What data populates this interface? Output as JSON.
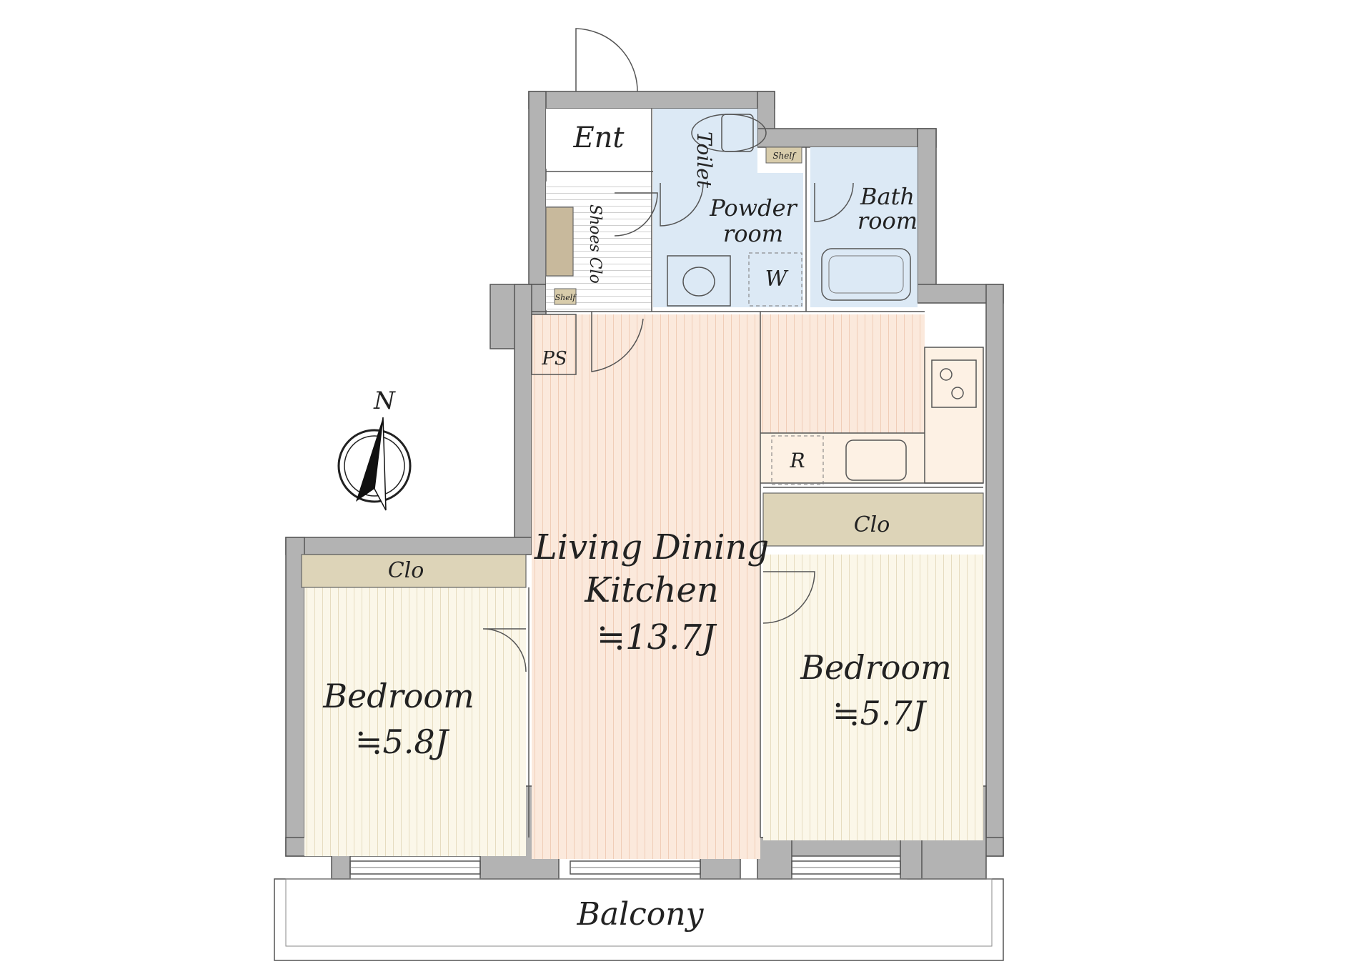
{
  "rooms": {
    "entrance": "Ent",
    "toilet": "Toilet",
    "shelf_top": "Shelf",
    "shelf_bottom": "Shelf",
    "powder_line1": "Powder",
    "powder_line2": "room",
    "washer": "W",
    "bath_line1": "Bath",
    "bath_line2": "room",
    "shoes_closet": "Shoes Clo",
    "pipe_space": "PS",
    "refrigerator": "R",
    "ldk_line1": "Living Dining",
    "ldk_line2": "Kitchen",
    "ldk_area": "≒13.7J",
    "closet_left": "Clo",
    "closet_right": "Clo",
    "bedroom_left": "Bedroom",
    "bedroom_left_area": "≒5.8J",
    "bedroom_right": "Bedroom",
    "bedroom_right_area": "≒5.7J",
    "balcony": "Balcony"
  },
  "compass": {
    "north": "N"
  },
  "colors": {
    "wall": "#b3b3b3",
    "wood_floor": "#fbe9dc",
    "bedroom_floor": "#fbf7e9",
    "wet_area": "#dce9f5",
    "closet": "#ddd4b8",
    "shoe_closet": "#c8b99c",
    "kitchen_counter": "#fdf1e4"
  }
}
